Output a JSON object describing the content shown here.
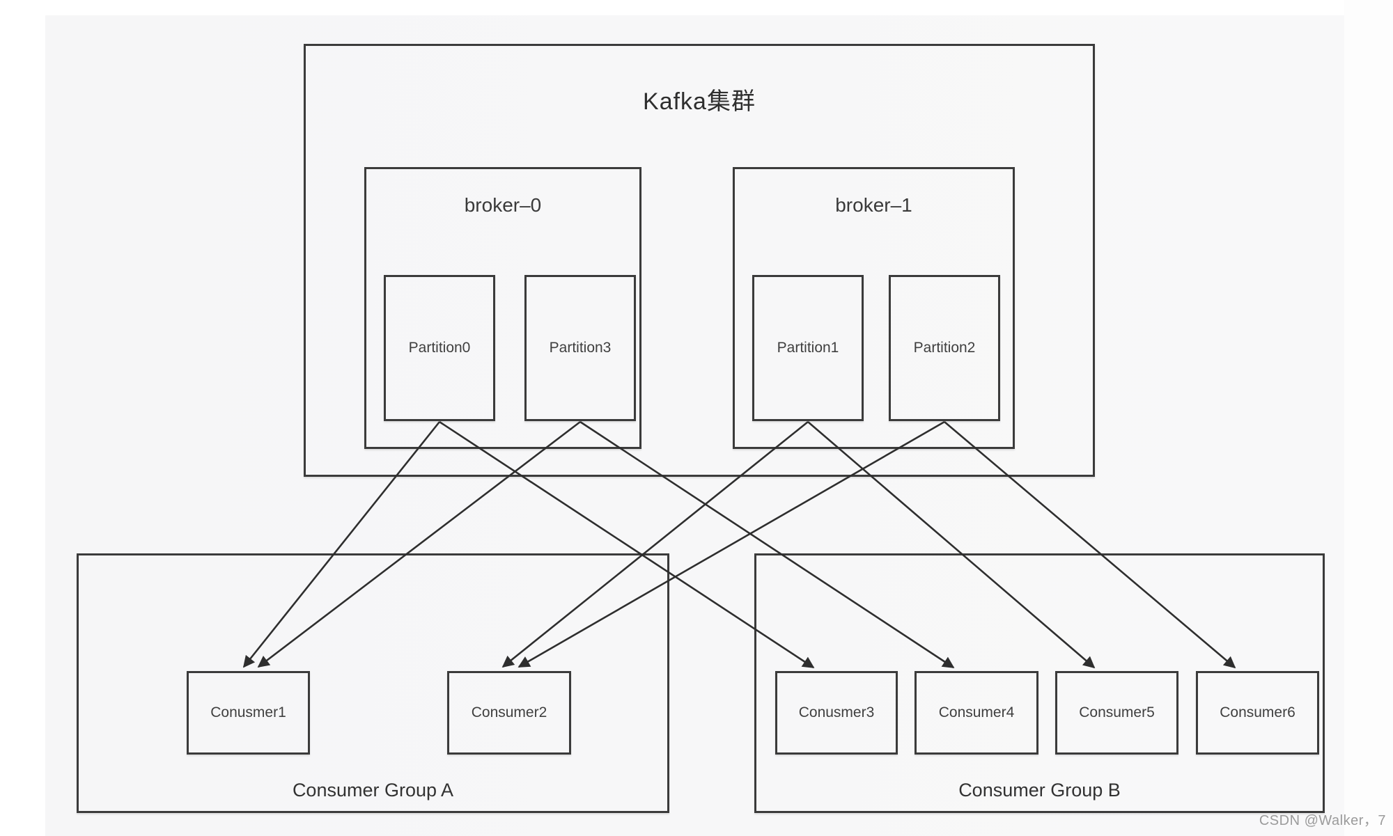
{
  "watermark": "CSDN @Walker，7",
  "cluster": {
    "title": "Kafka集群",
    "brokers": [
      {
        "label": "broker–0",
        "partitions": [
          {
            "label": "Partition0"
          },
          {
            "label": "Partition3"
          }
        ]
      },
      {
        "label": "broker–1",
        "partitions": [
          {
            "label": "Partition1"
          },
          {
            "label": "Partition2"
          }
        ]
      }
    ]
  },
  "groups": [
    {
      "label": "Consumer Group A",
      "consumers": [
        {
          "label": "Conusmer1"
        },
        {
          "label": "Consumer2"
        }
      ]
    },
    {
      "label": "Consumer Group B",
      "consumers": [
        {
          "label": "Conusmer3"
        },
        {
          "label": "Consumer4"
        },
        {
          "label": "Consumer5"
        },
        {
          "label": "Consumer6"
        }
      ]
    }
  ],
  "connections": [
    {
      "from": "Partition0",
      "to": "Conusmer1"
    },
    {
      "from": "Partition0",
      "to": "Conusmer3"
    },
    {
      "from": "Partition3",
      "to": "Conusmer1"
    },
    {
      "from": "Partition3",
      "to": "Consumer4"
    },
    {
      "from": "Partition1",
      "to": "Consumer2"
    },
    {
      "from": "Partition1",
      "to": "Consumer5"
    },
    {
      "from": "Partition2",
      "to": "Consumer2"
    },
    {
      "from": "Partition2",
      "to": "Consumer6"
    }
  ]
}
